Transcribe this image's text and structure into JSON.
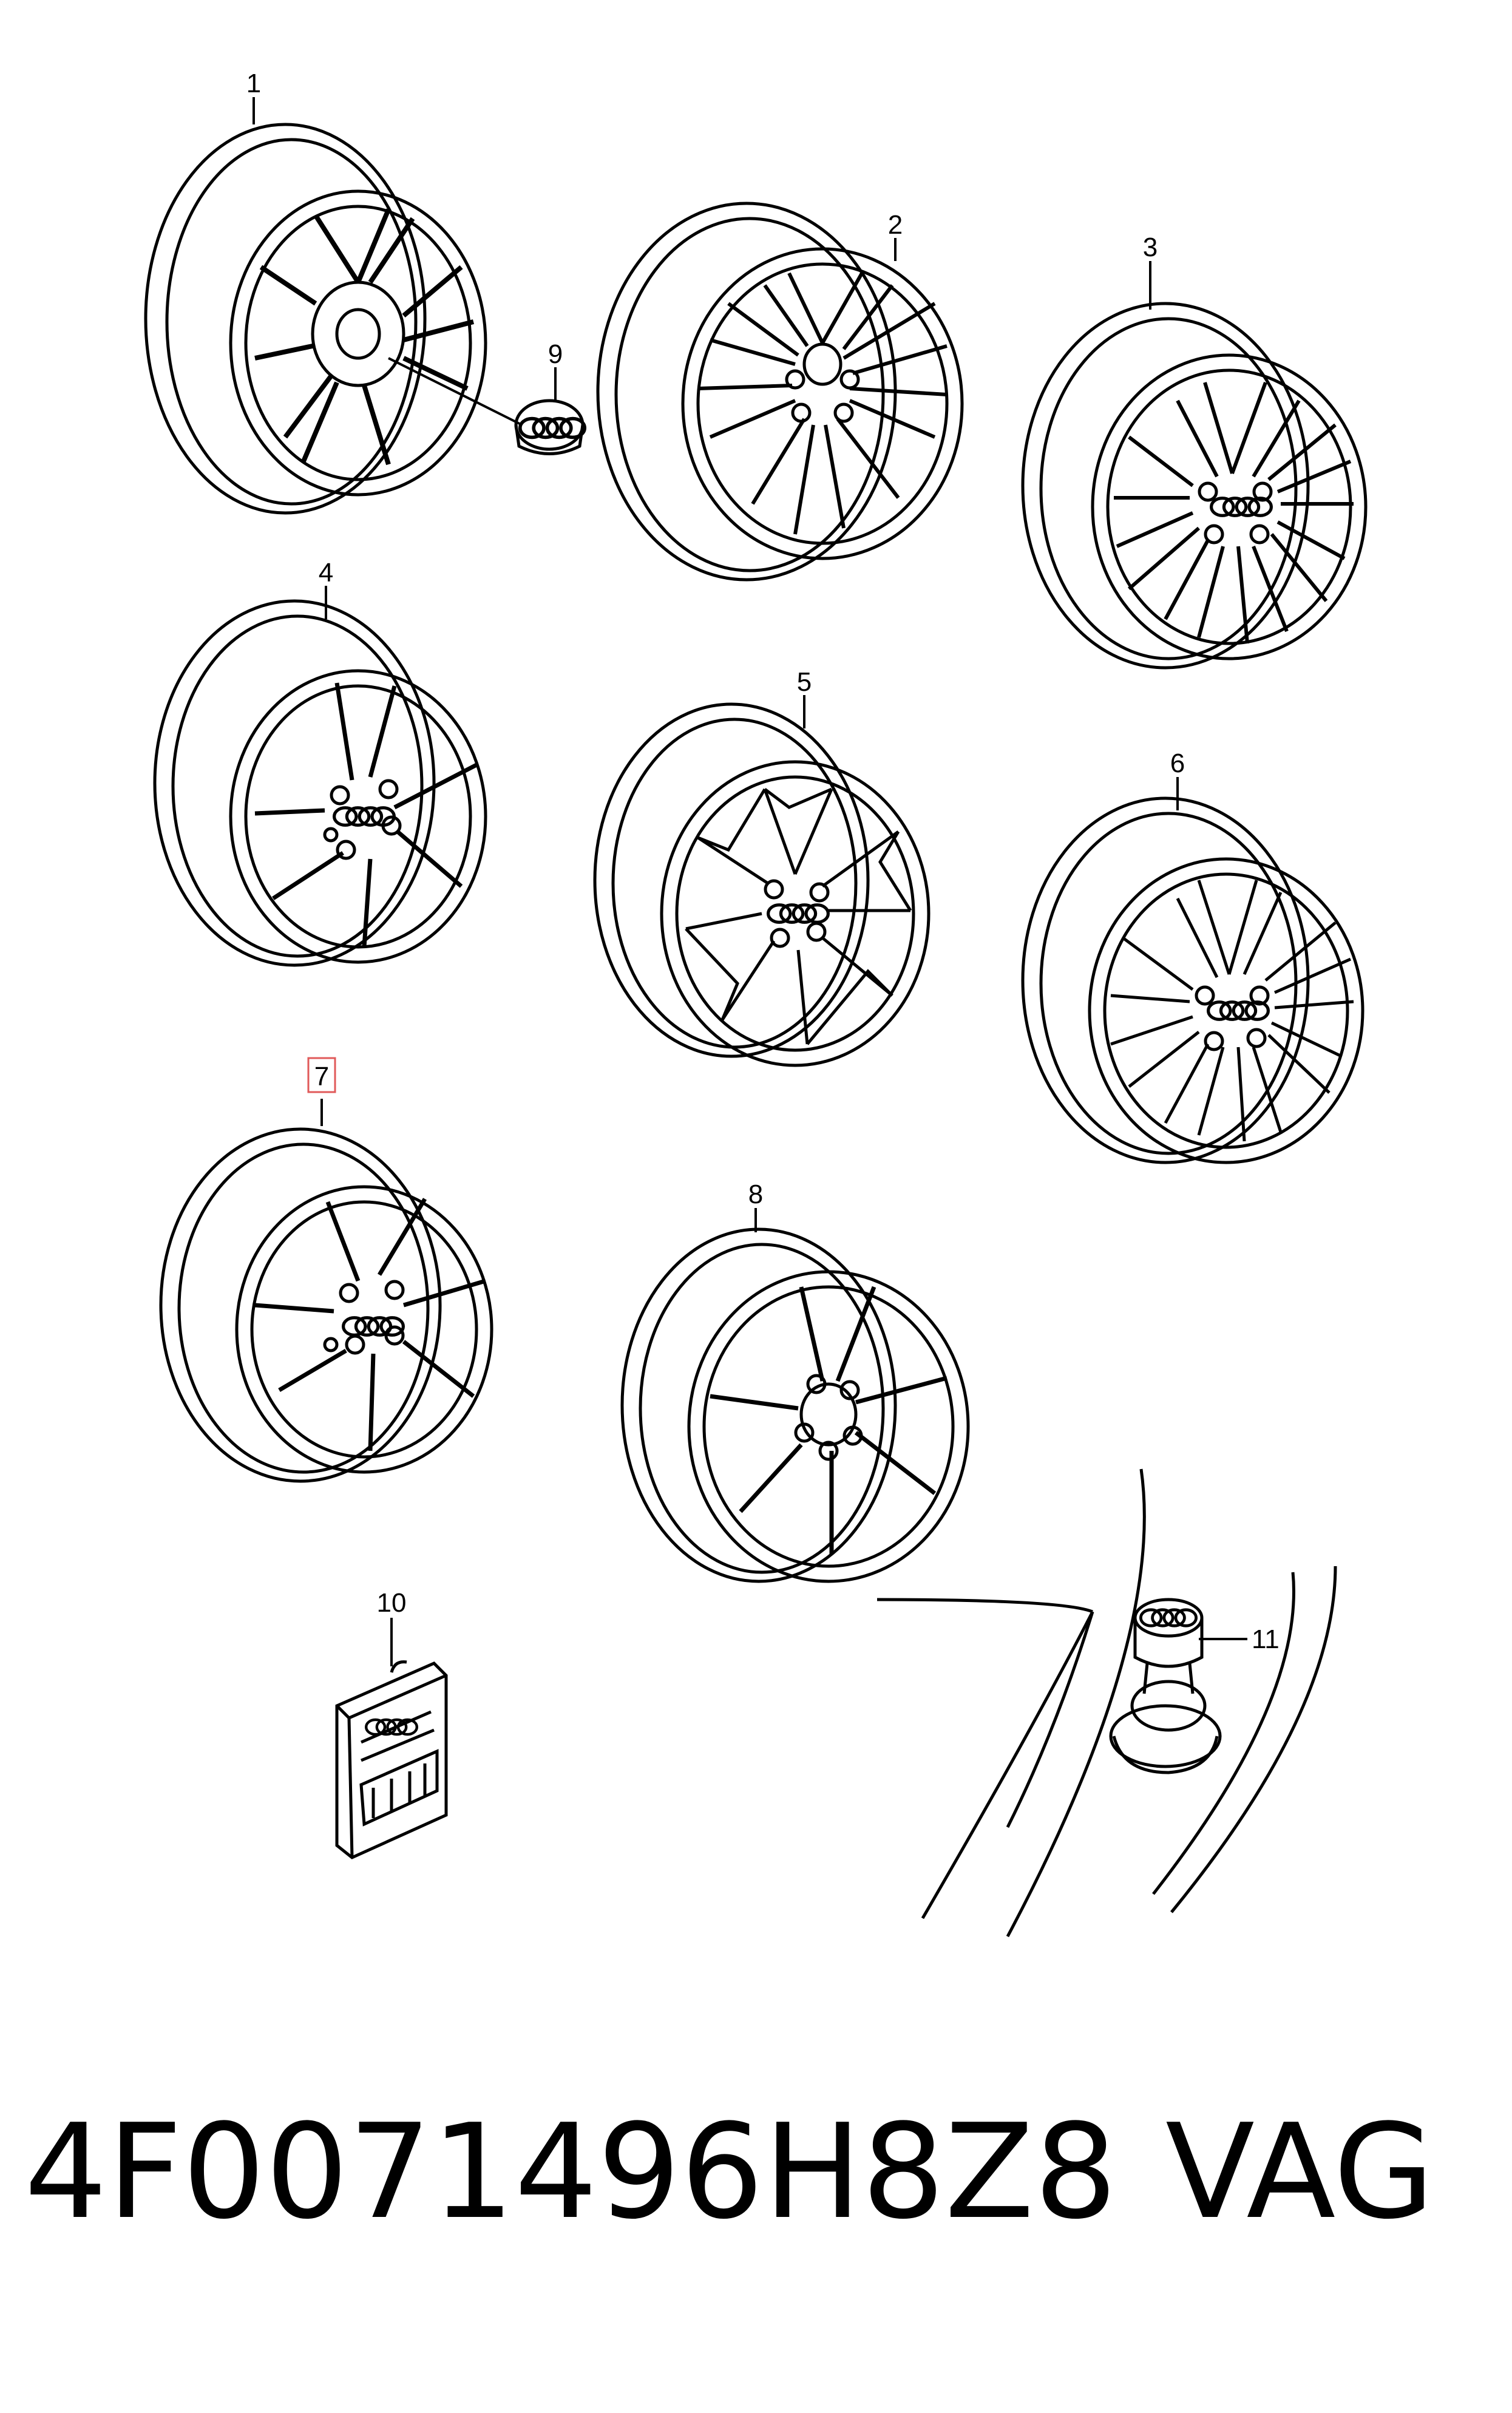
{
  "callouts": [
    "1",
    "2",
    "3",
    "4",
    "5",
    "6",
    "7",
    "8",
    "9",
    "10",
    "11"
  ],
  "highlighted_callout": "7",
  "footer": {
    "part_number": "4F0071496H8Z8",
    "brand": "VAG"
  },
  "colors": {
    "line": "#000000",
    "highlight_box": "#e05a5a",
    "background": "#ffffff"
  },
  "icons": [
    "audi-rings-logo"
  ]
}
